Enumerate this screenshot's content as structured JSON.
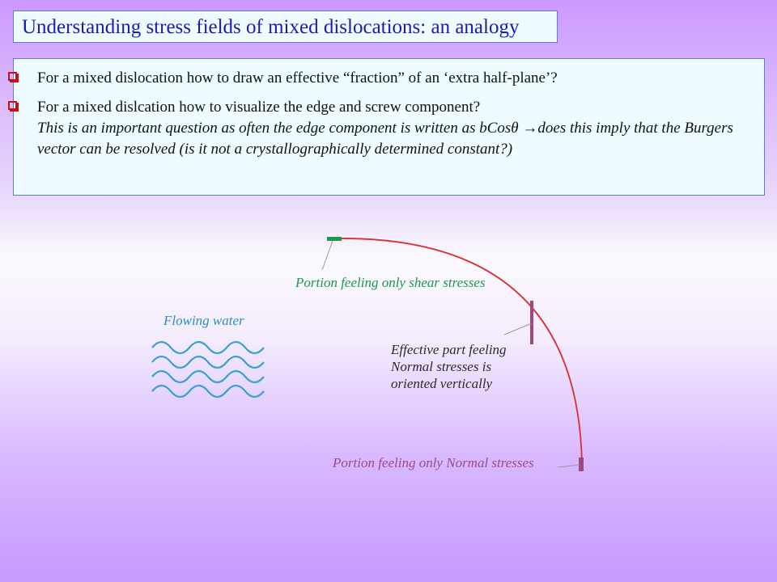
{
  "title": "Understanding stress fields of mixed dislocations: an analogy",
  "bullets": [
    {
      "text": "For a mixed dislocation how to draw an effective “fraction” of an ‘extra half-plane’?",
      "italic": ""
    },
    {
      "text": "For a mixed dislcation how to visualize the edge and screw component?",
      "italic": "This is an important question as often the edge component is written as bCosθ →does this imply that the Burgers vector can be resolved (is it not a crystallographically determined constant?)"
    }
  ],
  "diagram": {
    "label_shear": "Portion feeling only shear stresses",
    "label_water": "Flowing water",
    "label_effective": [
      "Effective part feeling",
      "Normal stresses is",
      "oriented vertically"
    ],
    "label_normal": "Portion feeling only Normal stresses",
    "colors": {
      "curve": "#d83030",
      "shear_marker": "#1a9850",
      "normal_marker": "#a0487e",
      "water": "#3aa0d0"
    }
  }
}
